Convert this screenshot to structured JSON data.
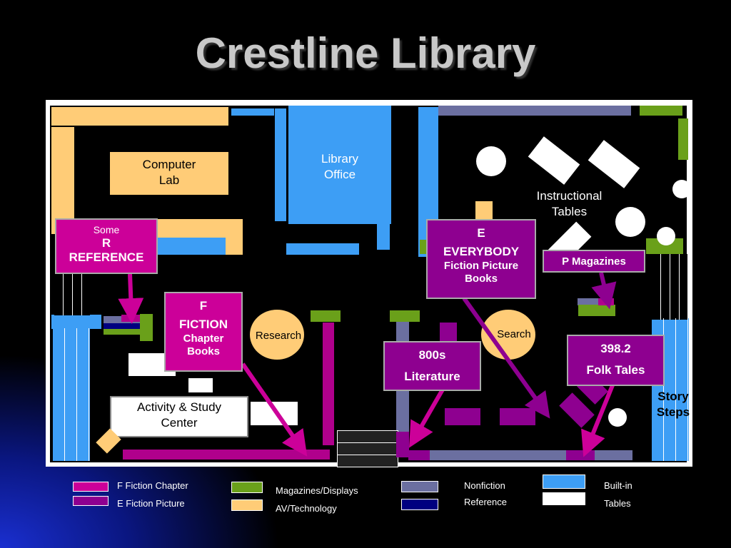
{
  "title": "Crestline Library",
  "rooms": {
    "computer_lab": "Computer\nLab",
    "library_office": "Library\nOffice",
    "instructional_tables": "Instructional\nTables",
    "activity_center": "Activity & Study\nCenter",
    "research": "Research",
    "search": "Search",
    "story_steps": "Story\nSteps"
  },
  "callouts": {
    "reference": {
      "line1": "Some",
      "line2": "R",
      "line3": "REFERENCE"
    },
    "fiction": {
      "line1": "F",
      "line2": "FICTION",
      "line3": "Chapter",
      "line4": "Books"
    },
    "everybody": {
      "line1": "E",
      "line2": "EVERYBODY",
      "line3": "Fiction Picture",
      "line4": "Books"
    },
    "magazines": {
      "line1": "P Magazines"
    },
    "literature": {
      "line1": "800s",
      "line2": "Literature"
    },
    "folk_tales": {
      "line1": "398.2",
      "line2": "Folk Tales"
    }
  },
  "legend": {
    "f_fiction": "F Fiction Chapter",
    "e_fiction": "E Fiction Picture",
    "magazines": "Magazines/Displays",
    "av": "AV/Technology",
    "nonfiction": "Nonfiction",
    "reference": "Reference",
    "builtin": "Built-in",
    "tables": "Tables"
  },
  "colors": {
    "av_technology": "#ffcc77",
    "built_in": "#3d9ef5",
    "nonfiction": "#6b6fa0",
    "reference": "#000080",
    "magazines": "#6aa01a",
    "tables": "#ffffff",
    "f_fiction": "#b0008c",
    "e_fiction": "#8e0090"
  }
}
